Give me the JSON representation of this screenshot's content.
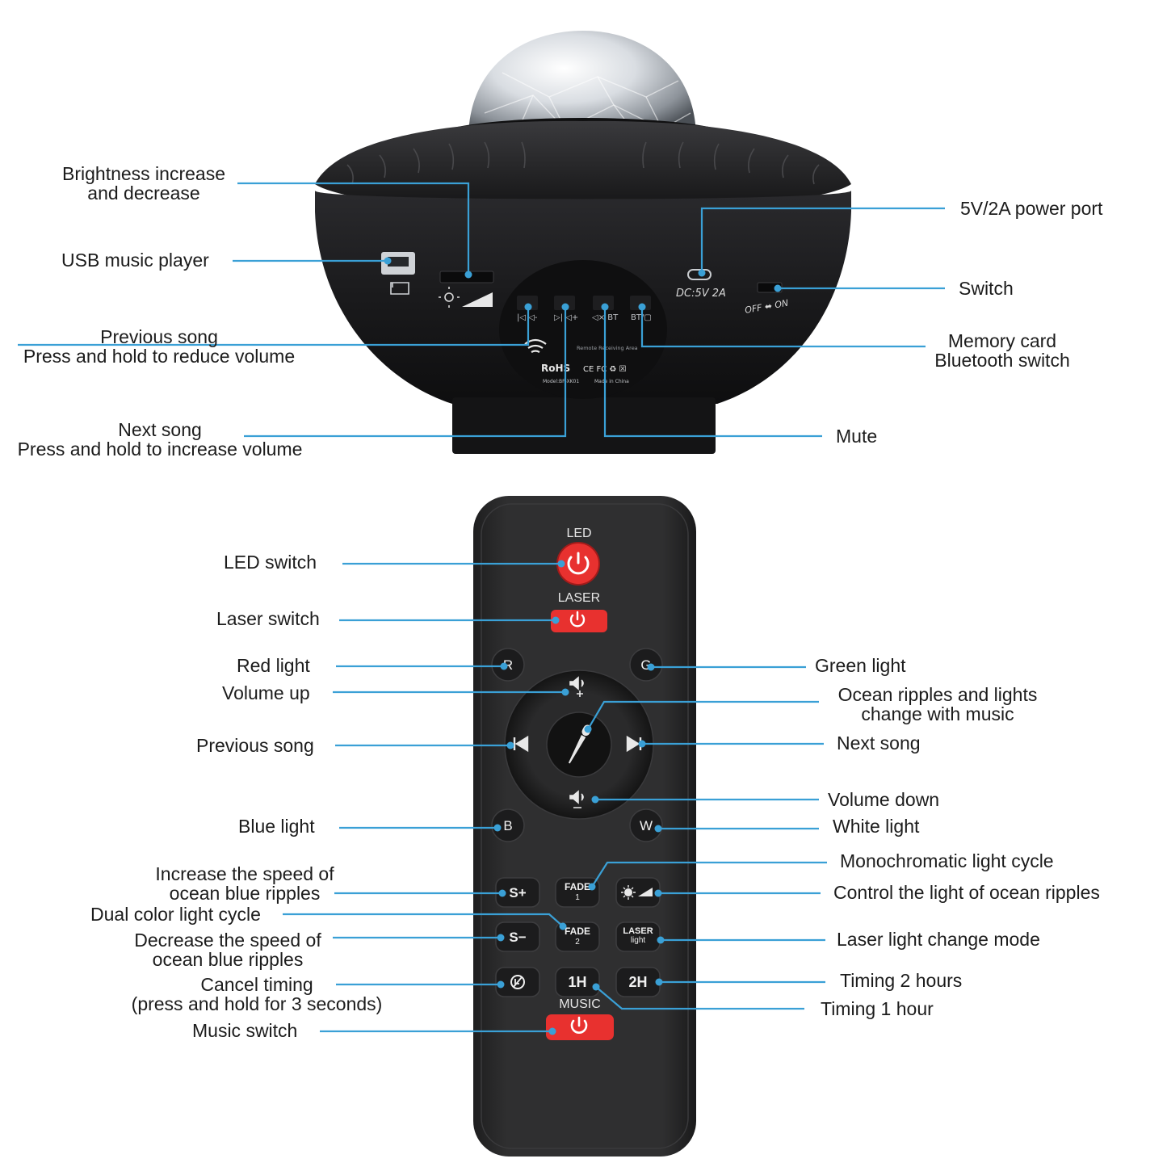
{
  "colors": {
    "leader": "#3aa0d6",
    "device_body": "#1b1b1d",
    "remote_body": "#2a2a2b",
    "power_red": "#e8312f",
    "key_dark": "#1f1f20"
  },
  "device": {
    "printed": {
      "dc_label": "DC:5V 2A",
      "switch_label": "OFF ⬌ ON",
      "rohs": "RoHS",
      "model": "Model:BF-XK01",
      "made_in": "Made in China",
      "remote_area": "Remote Receiving Area"
    },
    "labels": {
      "brightness": [
        "Brightness increase",
        "and decrease"
      ],
      "usb": "USB music player",
      "prev_song": [
        "Previous song",
        "Press and hold to reduce volume"
      ],
      "next_song": [
        "Next song",
        "Press and hold to increase volume"
      ],
      "power_port": "5V/2A power port",
      "switch": "Switch",
      "memory_bt": [
        "Memory card",
        "Bluetooth switch"
      ],
      "mute": "Mute"
    }
  },
  "remote": {
    "keys": {
      "led": "LED",
      "laser": "LASER",
      "music": "MUSIC",
      "r": "R",
      "g": "G",
      "b": "B",
      "w": "W",
      "s_plus": "S+",
      "s_minus": "S−",
      "fade1": [
        "FADE",
        "1"
      ],
      "fade2": [
        "FADE",
        "2"
      ],
      "laser_light": [
        "LASER",
        "light"
      ],
      "timer_1h": "1H",
      "timer_2h": "2H"
    },
    "icons": [
      "power-icon",
      "speaker-plus-icon",
      "speaker-minus-icon",
      "previous-track-icon",
      "next-track-icon",
      "microphone-icon",
      "sun-brightness-icon",
      "timer-cancel-icon"
    ],
    "labels": {
      "led_switch": "LED switch",
      "laser_switch": "Laser switch",
      "red_light": "Red light",
      "volume_up": "Volume up",
      "previous_song": "Previous song",
      "blue_light": "Blue light",
      "speed_up": [
        "Increase the speed of",
        "ocean blue ripples"
      ],
      "dual_color": "Dual color light cycle",
      "speed_down": [
        "Decrease the speed of",
        "ocean blue ripples"
      ],
      "cancel_timing": [
        "Cancel timing",
        "(press and hold for 3 seconds)"
      ],
      "music_switch": "Music switch",
      "green_light": "Green light",
      "ocean_music": [
        "Ocean ripples and lights",
        "change with music"
      ],
      "next_song": "Next song",
      "volume_down": "Volume down",
      "white_light": "White light",
      "mono_cycle": "Monochromatic light cycle",
      "ocean_light": "Control the light of ocean ripples",
      "laser_mode": "Laser light change mode",
      "timing_2h": "Timing 2 hours",
      "timing_1h": "Timing 1 hour"
    }
  }
}
